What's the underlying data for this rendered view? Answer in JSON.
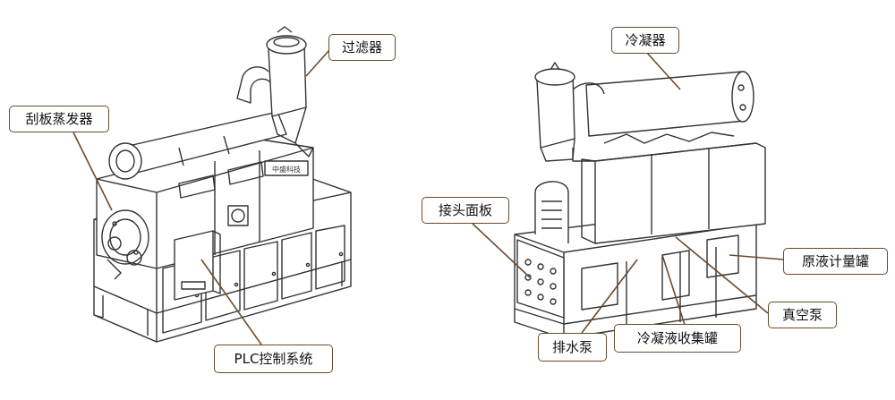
{
  "left_machine": {
    "panel_badge": "中盛科技",
    "labels": {
      "filter": "过滤器",
      "evaporator": "刮板蒸发器",
      "plc": "PLC控制系统"
    }
  },
  "right_machine": {
    "labels": {
      "condenser": "冷凝器",
      "connector_panel": "接头面板",
      "raw_tank": "原液计量罐",
      "vacuum_pump": "真空泵",
      "drain_pump": "排水泵",
      "collection_tank": "冷凝液收集罐"
    }
  },
  "colors": {
    "callout_border": "#6b4a2e",
    "leader": "#6b4a2e",
    "line_art": "#333333"
  }
}
